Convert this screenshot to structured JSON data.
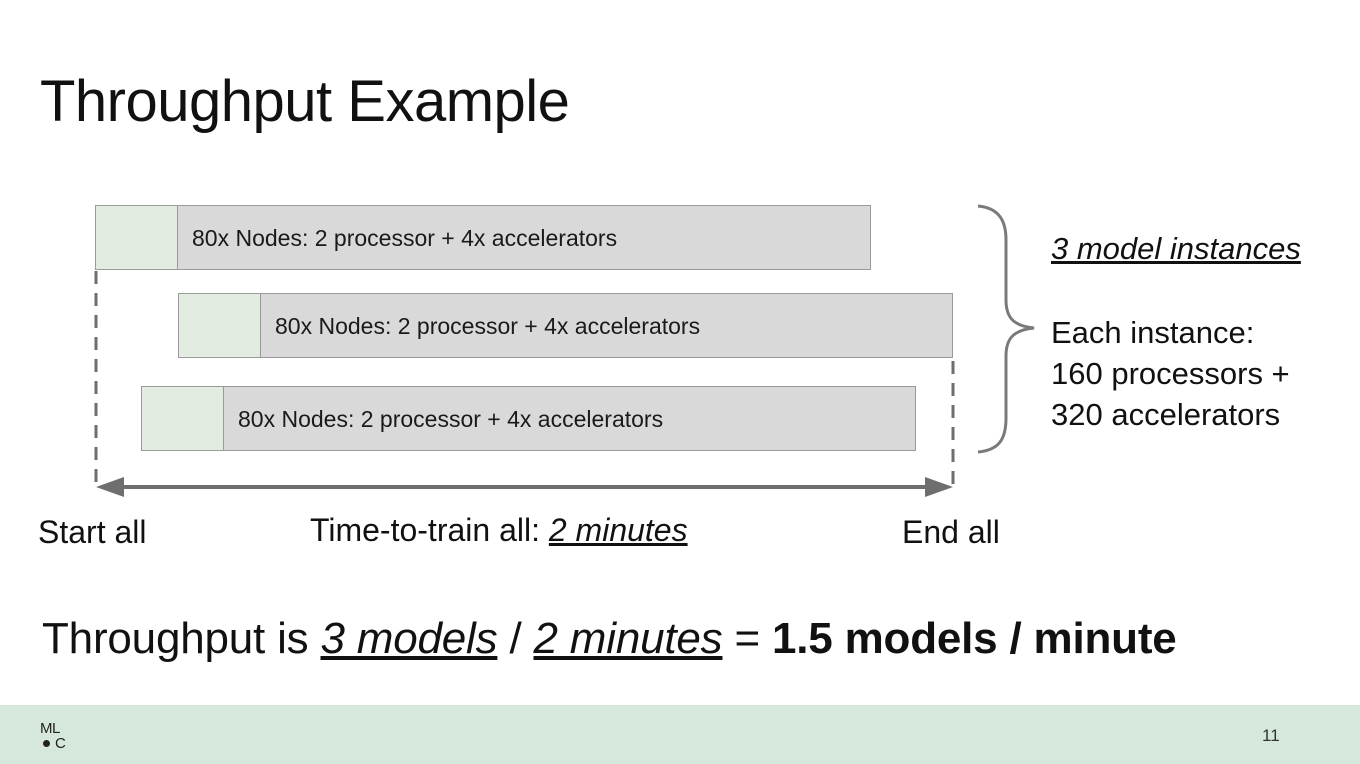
{
  "slide": {
    "title": "Throughput Example",
    "page_number": "11"
  },
  "diagram": {
    "bars": [
      {
        "label": "80x Nodes: 2 processor + 4x accelerators"
      },
      {
        "label": "80x Nodes: 2 processor + 4x accelerators"
      },
      {
        "label": "80x Nodes: 2 processor + 4x accelerators"
      }
    ],
    "start_label": "Start all",
    "end_label": "End all",
    "time_to_train": {
      "prefix": "Time-to-train all: ",
      "value": "2 minutes"
    },
    "instances": {
      "heading": "3 model instances",
      "line1": "Each instance:",
      "line2": "160 processors +",
      "line3": "320 accelerators"
    }
  },
  "summary": {
    "prefix": "Throughput is ",
    "models": "3 models",
    "slash": " / ",
    "minutes": "2 minutes",
    "equals": " = ",
    "result": "1.5 models / minute"
  },
  "footer": {
    "logo_line1": "ML",
    "logo_line2": "C"
  },
  "colors": {
    "bar_fill": "#d9d9d9",
    "bar_lead_fill": "#e2ece0",
    "footer_band": "#d6e8dc",
    "arrow": "#6e6e6e"
  }
}
